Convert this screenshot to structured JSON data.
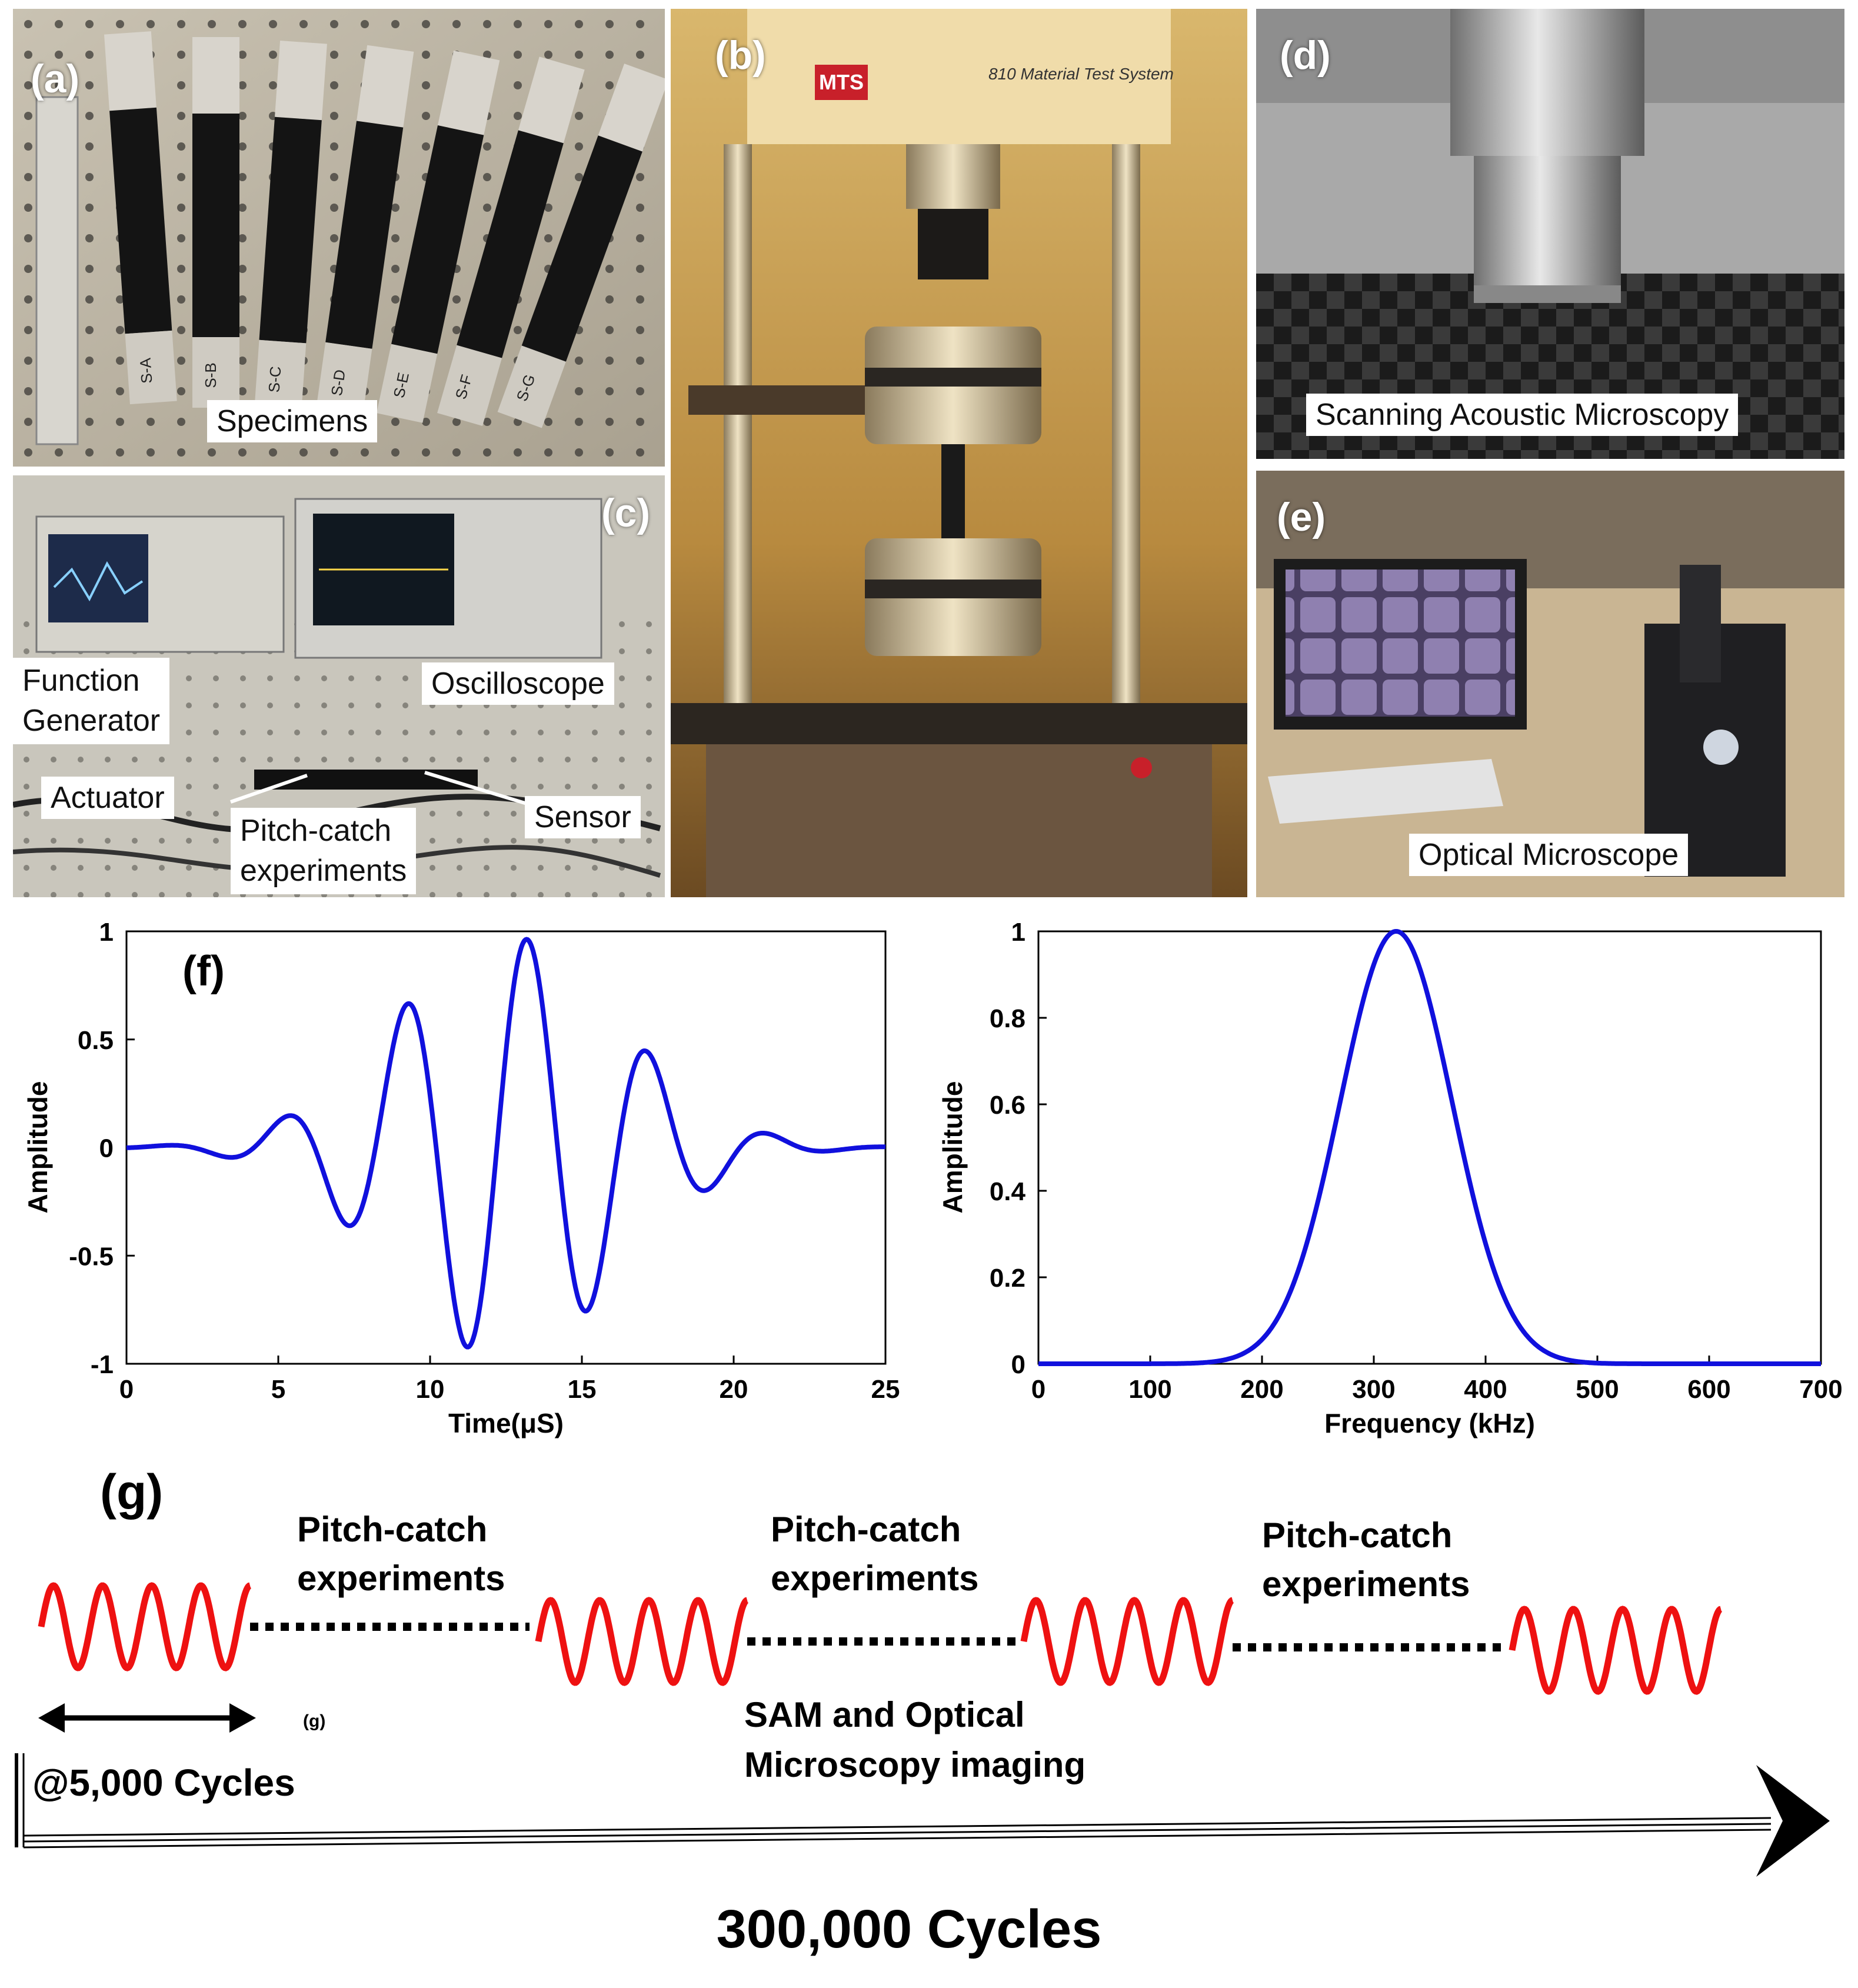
{
  "panels": {
    "a": {
      "label": "(a)",
      "caption": "Specimens",
      "specimen_labels": [
        "S-A",
        "S-B",
        "S-C",
        "S-D",
        "S-E",
        "S-F",
        "S-G"
      ]
    },
    "b": {
      "label": "(b)",
      "brand": "MTS",
      "machine_name": "810 Material Test System"
    },
    "c": {
      "label": "(c)",
      "captions": {
        "function_generator": "Function\nGenerator",
        "oscilloscope": "Oscilloscope",
        "actuator": "Actuator",
        "pitch_catch": "Pitch-catch\nexperiments",
        "sensor": "Sensor"
      }
    },
    "d": {
      "label": "(d)",
      "caption": "Scanning Acoustic Microscopy"
    },
    "e": {
      "label": "(e)",
      "caption": "Optical Microscope"
    },
    "f": {
      "label": "(f)"
    },
    "g": {
      "label": "(g)",
      "small_label": "(g)"
    }
  },
  "chart_data": [
    {
      "type": "line",
      "panel": "(f)",
      "xlabel": "Time(μS)",
      "ylabel": "Amplitude",
      "xlim": [
        0,
        25
      ],
      "ylim": [
        -1,
        1
      ],
      "xticks": [
        0,
        5,
        10,
        15,
        20,
        25
      ],
      "yticks": [
        -1,
        -0.5,
        0,
        0.5,
        1
      ],
      "ytick_labels": [
        "-1",
        "-0.5",
        "0",
        "0.5",
        "1"
      ],
      "grid": false,
      "signal": {
        "kind": "gaussian-windowed sine",
        "center_us": 12.5,
        "period_us": 4.0,
        "sigma_us": 3.7,
        "peak_time_us": 13.2,
        "peak_value": 0.98
      },
      "x": [
        0,
        1.3,
        3.2,
        5.2,
        7.2,
        9.2,
        11.2,
        13.2,
        15.2,
        17.2,
        19.2,
        21.2,
        23.2,
        25
      ],
      "values": [
        0.0,
        0.03,
        -0.08,
        0.23,
        -0.46,
        0.77,
        -0.96,
        0.98,
        -0.75,
        0.47,
        -0.21,
        0.09,
        -0.02,
        0.0
      ],
      "color": "#1010dd"
    },
    {
      "type": "line",
      "xlabel": "Frequency (kHz)",
      "ylabel": "Amplitude",
      "xlim": [
        0,
        700
      ],
      "ylim": [
        0,
        1
      ],
      "xticks": [
        0,
        100,
        200,
        300,
        400,
        500,
        600,
        700
      ],
      "yticks": [
        0,
        0.2,
        0.4,
        0.6,
        0.8,
        1
      ],
      "ytick_labels": [
        "0",
        "0.2",
        "0.4",
        "0.6",
        "0.8",
        "1"
      ],
      "grid": false,
      "signal": {
        "kind": "gaussian",
        "center_khz": 320,
        "sigma_khz": 50,
        "peak_value": 1.0
      },
      "x": [
        0,
        150,
        200,
        250,
        300,
        320,
        350,
        400,
        450,
        500,
        700
      ],
      "values": [
        0.0,
        0.01,
        0.07,
        0.38,
        0.92,
        1.0,
        0.84,
        0.28,
        0.03,
        0.0,
        0.0
      ],
      "color": "#1010dd"
    }
  ],
  "timeline": {
    "pitch_catch_label": "Pitch-catch\nexperiments",
    "interval_label": "@5,000 Cycles",
    "imaging_label": "SAM and Optical\nMicroscopy imaging",
    "total_label": "300,000 Cycles",
    "wave_color": "#ee1111"
  }
}
